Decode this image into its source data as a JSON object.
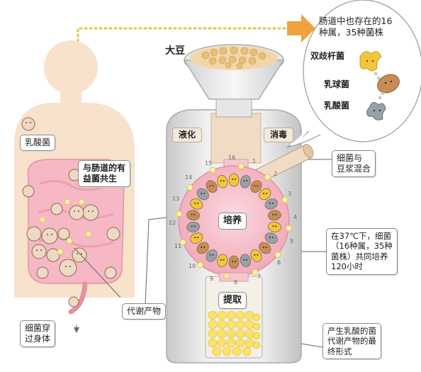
{
  "labels": {
    "soybean": "大豆",
    "liquefy": "液化",
    "disinfect": "消毒",
    "culture": "培养",
    "extract": "提取",
    "lactic_acid_bacteria_body": "乳酸菌",
    "coexist": "与肠道的有\n益菌共生",
    "metabolite": "代谢产物",
    "pass_through": "细菌穿\n过身体",
    "mix": "细菌与\n豆浆混合",
    "culture_condition": "在37℃下，细菌\n（16种属，35种\n菌株）共同培养\n120小时",
    "final_form": "产生乳酸的菌\n代谢产物的最\n终形式"
  },
  "bubble": {
    "title": "肠道中也存在的16\n种属，35种菌株",
    "bacteria": [
      "双歧杆菌",
      "乳球菌",
      "乳酸菌"
    ]
  },
  "ring_numbers": [
    "1",
    "2",
    "3",
    "4",
    "5",
    "6",
    "7",
    "8",
    "9",
    "10",
    "11",
    "12",
    "13",
    "14",
    "15",
    "16"
  ],
  "colors": {
    "pink": "#f5b8c4",
    "body": "#f8e2cc",
    "bacteria_yellow": "#f2c63a",
    "bacteria_brown": "#c98c55",
    "bacteria_gray": "#9aa0a6",
    "arrow": "#f0a23c",
    "dotted": "#e4c24a"
  }
}
